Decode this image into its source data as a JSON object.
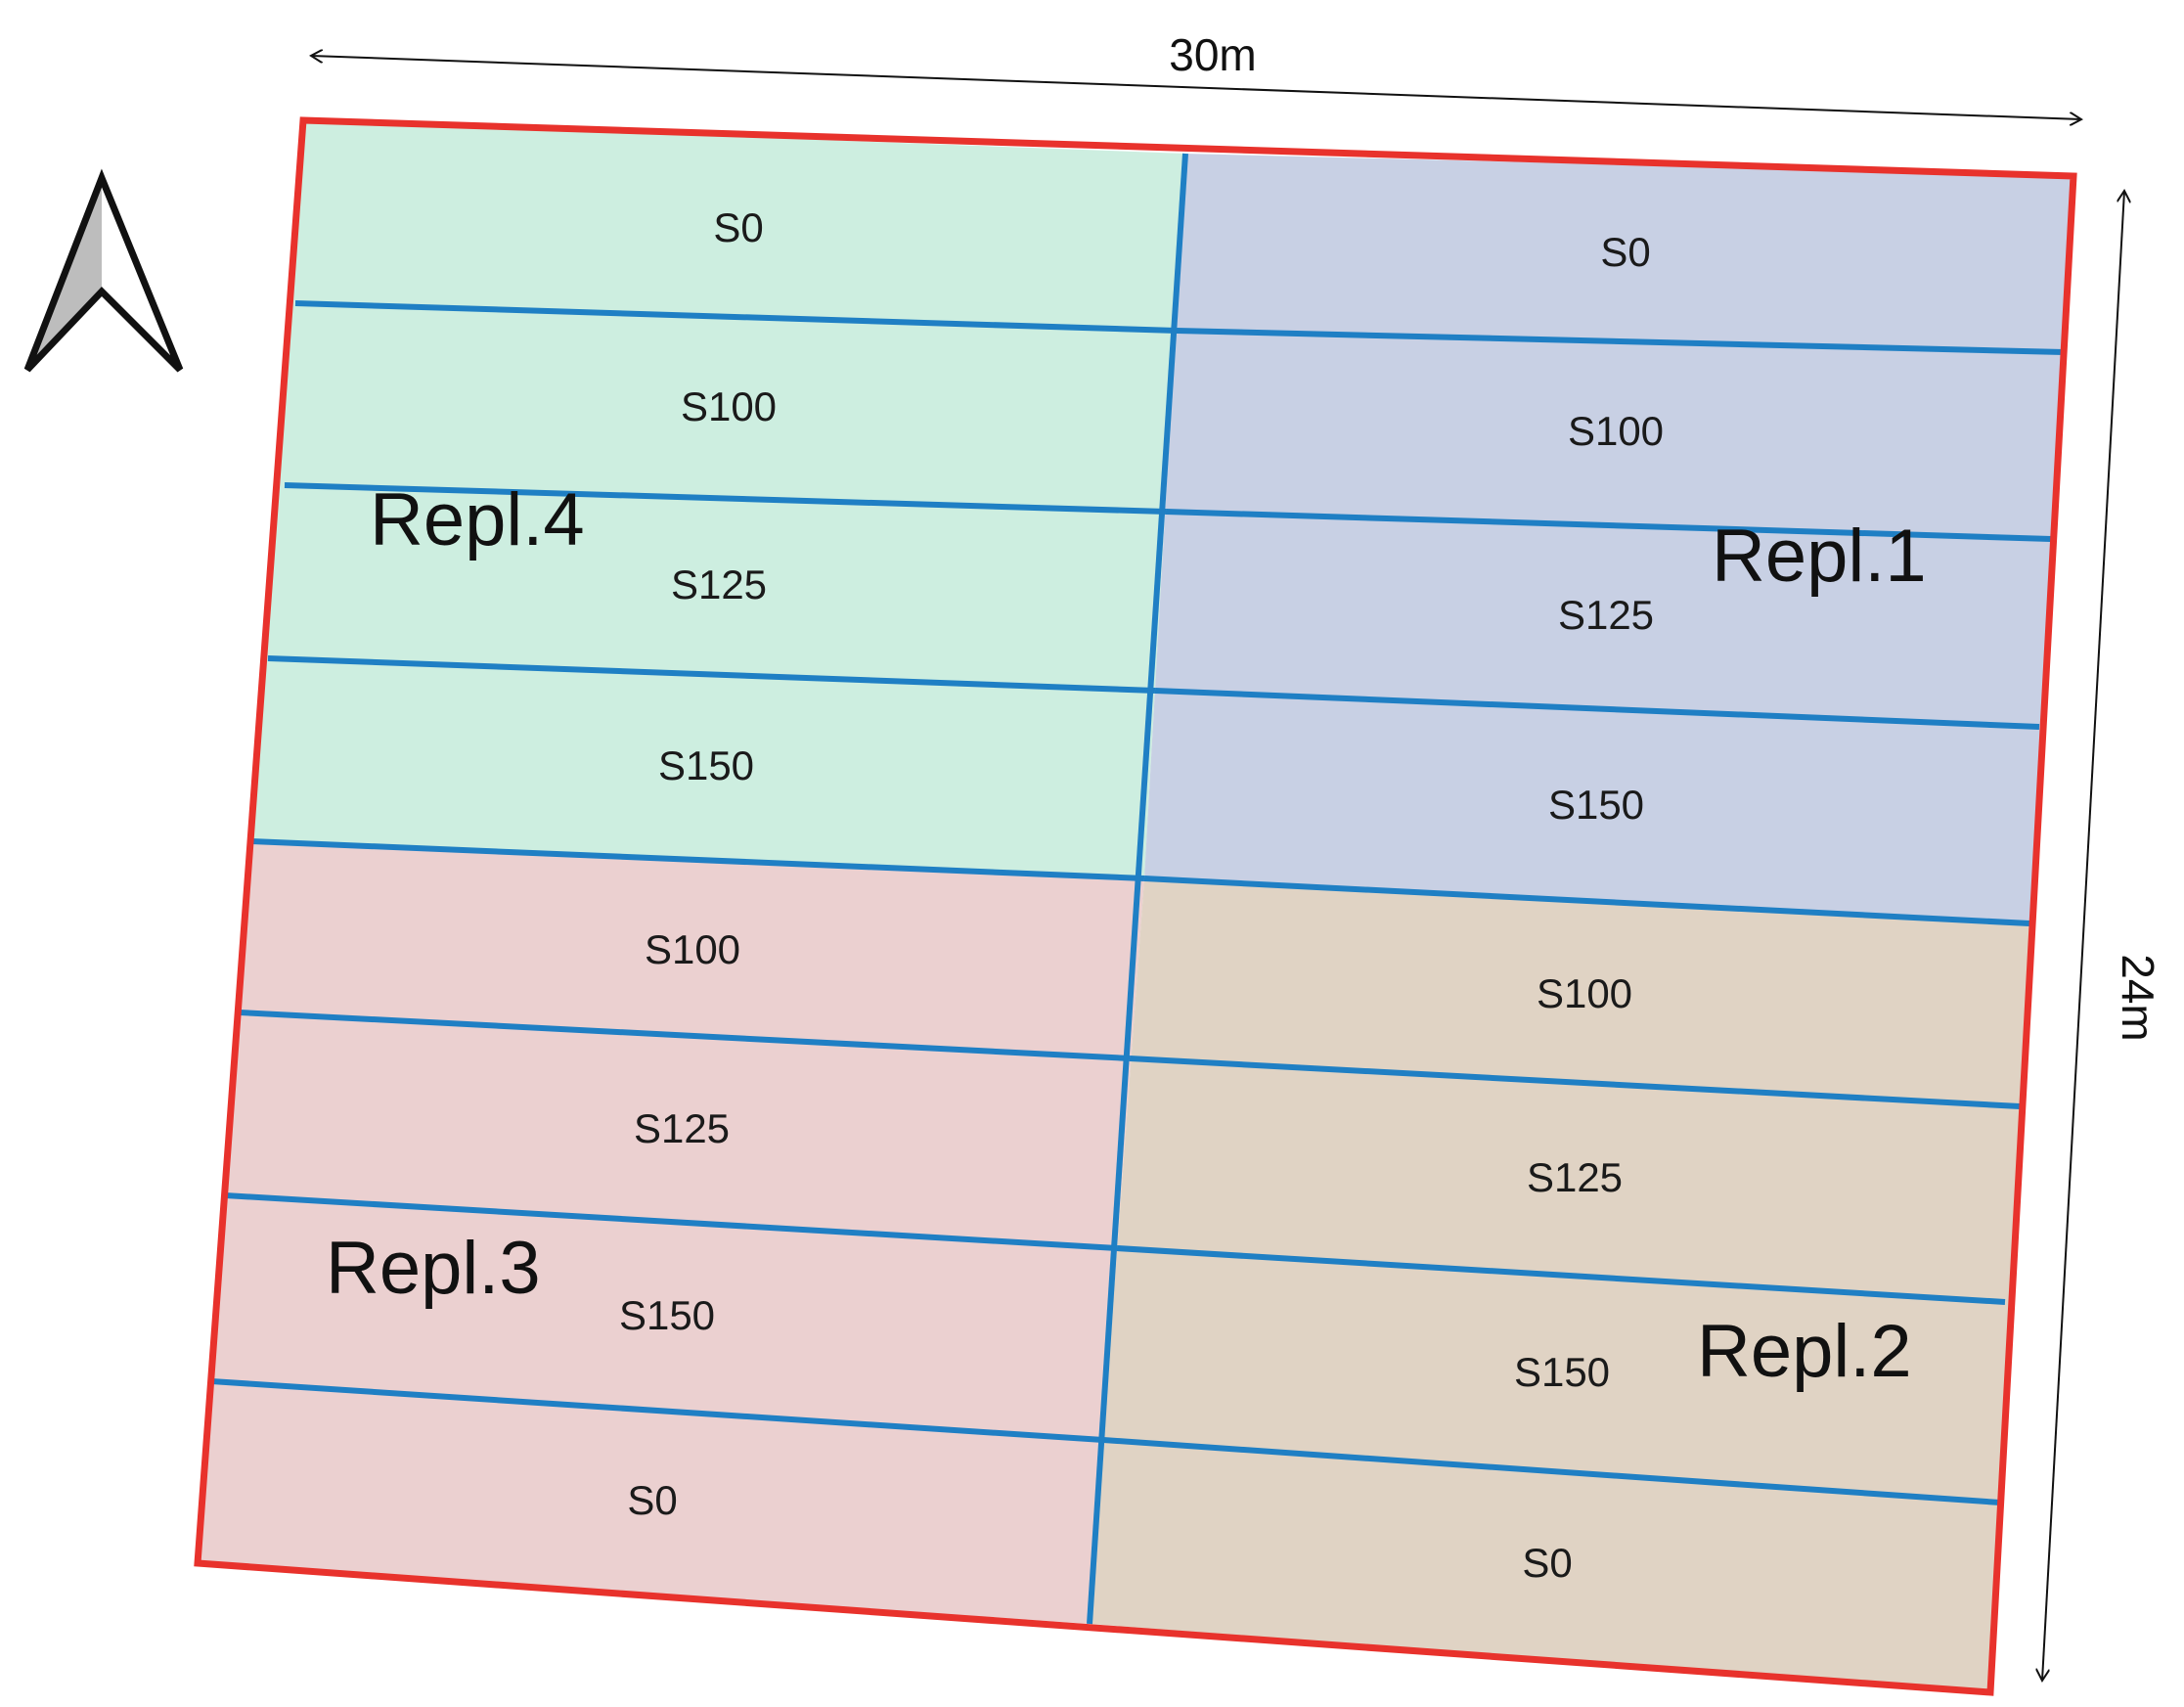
{
  "dimensions": {
    "width_label": "30m",
    "height_label": "24m"
  },
  "colors": {
    "border": "#e8322c",
    "divider": "#1f7fc4",
    "repl1_fill": "#c8d0e4",
    "repl2_fill": "#e0d3c4",
    "repl3_fill": "#ebd0d0",
    "repl4_fill": "#cdeee0",
    "arrow_shade": "#bdbdbd"
  },
  "north_arrow": {
    "icon": "north-arrow-icon"
  },
  "replicates": [
    {
      "name": "Repl.4",
      "plots": [
        "S0",
        "S100",
        "S125",
        "S150"
      ]
    },
    {
      "name": "Repl.1",
      "plots": [
        "S0",
        "S100",
        "S125",
        "S150"
      ]
    },
    {
      "name": "Repl.3",
      "plots": [
        "S100",
        "S125",
        "S150",
        "S0"
      ]
    },
    {
      "name": "Repl.2",
      "plots": [
        "S100",
        "S125",
        "S150",
        "S0"
      ]
    }
  ]
}
